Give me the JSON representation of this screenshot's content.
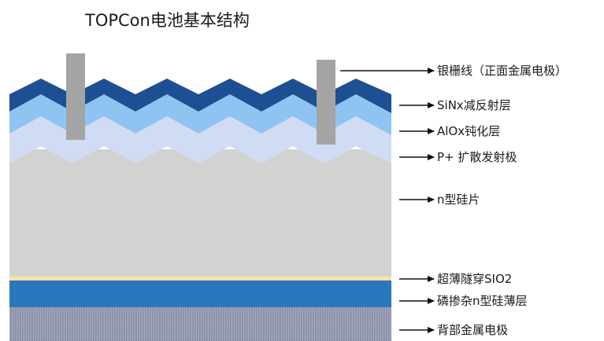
{
  "title": "TOPCon电池基本结构",
  "labels": [
    "银栅线（正面金属电极）",
    "SiNx减反射层",
    "AlOx钝化层",
    "P+ 扩散发射极",
    "n型硅片",
    "超薄隧穿SIO2",
    "磷掺杂n型硅薄层",
    "背部金属电极"
  ],
  "colors": {
    "sinx": "#1e4f93",
    "alox": "#8fc4f2",
    "p_emitter": "#d0dcf3",
    "wafer": "#d2d2d2",
    "sio2": "#f7e6a4",
    "n_layer": "#2a78bb",
    "back_metal": "#8f93ab",
    "finger": "#a4a4a4"
  }
}
